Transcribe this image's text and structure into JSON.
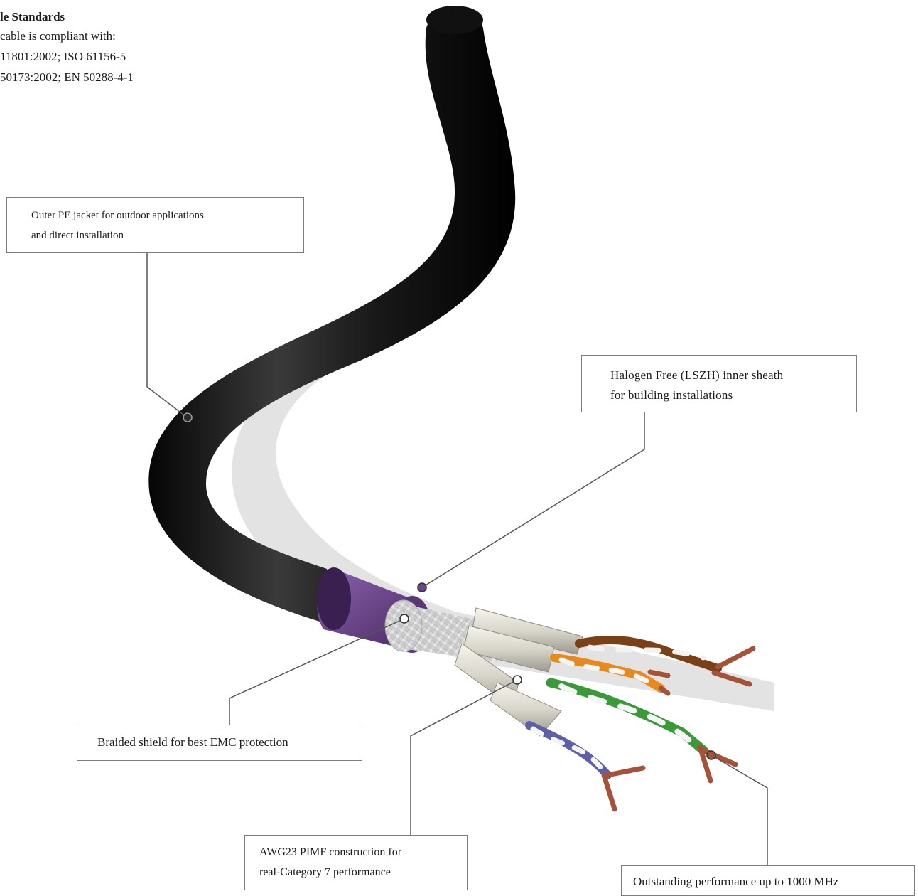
{
  "standards": {
    "title": "le Standards",
    "intro": "cable is compliant with:",
    "line1": "11801:2002; ISO 61156-5",
    "line2": "50173:2002; EN 50288-4-1"
  },
  "callouts": {
    "jacket": [
      "Outer PE jacket for outdoor applications",
      "and direct installation"
    ],
    "sheath": [
      "Halogen Free (LSZH) inner sheath",
      "for building installations"
    ],
    "braid": [
      "Braided shield for best EMC protection"
    ],
    "awg": [
      "AWG23 PIMF construction for",
      "real-Category 7 performance"
    ],
    "performance": [
      "Outstanding performance up to 1000 MHz"
    ]
  },
  "colors": {
    "jacket": "#1c1c1c",
    "inner_sheath": "#6f4a8e",
    "braid": "#dcdcdc",
    "foil": "#e8e6df",
    "copper": "#a4523a",
    "pair_orange": "#e8891e",
    "pair_brown": "#7a4016",
    "pair_green": "#3a9a3a",
    "pair_blue": "#5d5fa8",
    "leader": "#555555"
  }
}
